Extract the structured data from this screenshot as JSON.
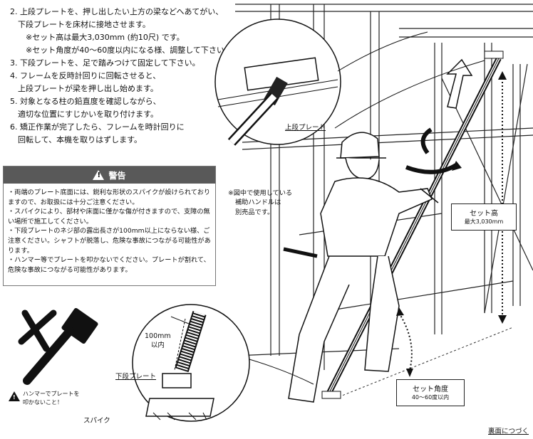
{
  "steps": [
    {
      "text": "2. 上段プレートを、押し出したい上方の梁などへあてがい、",
      "indent": 0
    },
    {
      "text": "下段プレートを床材に接地させます。",
      "indent": 1
    },
    {
      "text": "※セット高は最大3,030mm (約10尺) です。",
      "indent": 2
    },
    {
      "text": "※セット角度が40～60度以内になる様、調整して下さい。",
      "indent": 2
    },
    {
      "text": "3. 下段プレートを、足で踏みつけて固定して下さい。",
      "indent": 0
    },
    {
      "text": "4. フレームを反時計回りに回転させると、",
      "indent": 0
    },
    {
      "text": "上段プレートが梁を押し出し始めます。",
      "indent": 1
    },
    {
      "text": "5. 対象となる柱の鉛直度を確認しながら、",
      "indent": 0
    },
    {
      "text": "適切な位置にすじかいを取り付けます。",
      "indent": 1
    },
    {
      "text": "6. 矯正作業が完了したら、フレームを時計回りに",
      "indent": 0
    },
    {
      "text": "回転して、本機を取りはずします。",
      "indent": 1
    }
  ],
  "warning": {
    "title": "警告",
    "items": [
      "・両端のプレート底面には、鋭利な形状のスパイクが設けられておりますので、お取扱には十分ご注意ください。",
      "・スパイクにより、部材や床面に僅かな傷が付きますので、支障の無い場所で施工してください。",
      "・下段プレートのネジ部の露出長さが100mm以上にならない様、ご注意ください。シャフトが脱落し、危険な事故につながる可能性があります。",
      "・ハンマー等でプレートを叩かないでください。プレートが割れて、危険な事故につながる可能性があります。"
    ]
  },
  "labels": {
    "upper_plate": "上段プレート",
    "handle_note": [
      "※図中で使用している",
      "補助ハンドルは",
      "別売品です。"
    ],
    "set_height_title": "セット高",
    "set_height_value": "最大3,030mm",
    "set_angle_title": "セット角度",
    "set_angle_value": "40～60度以内",
    "dim_100mm": "100mm",
    "dim_within": "以内",
    "lower_plate": "下段プレート",
    "spike": "スパイク",
    "hammer_note": [
      "ハンマーでプレートを",
      "叩かないこと！"
    ],
    "continue": "裏面につづく"
  }
}
